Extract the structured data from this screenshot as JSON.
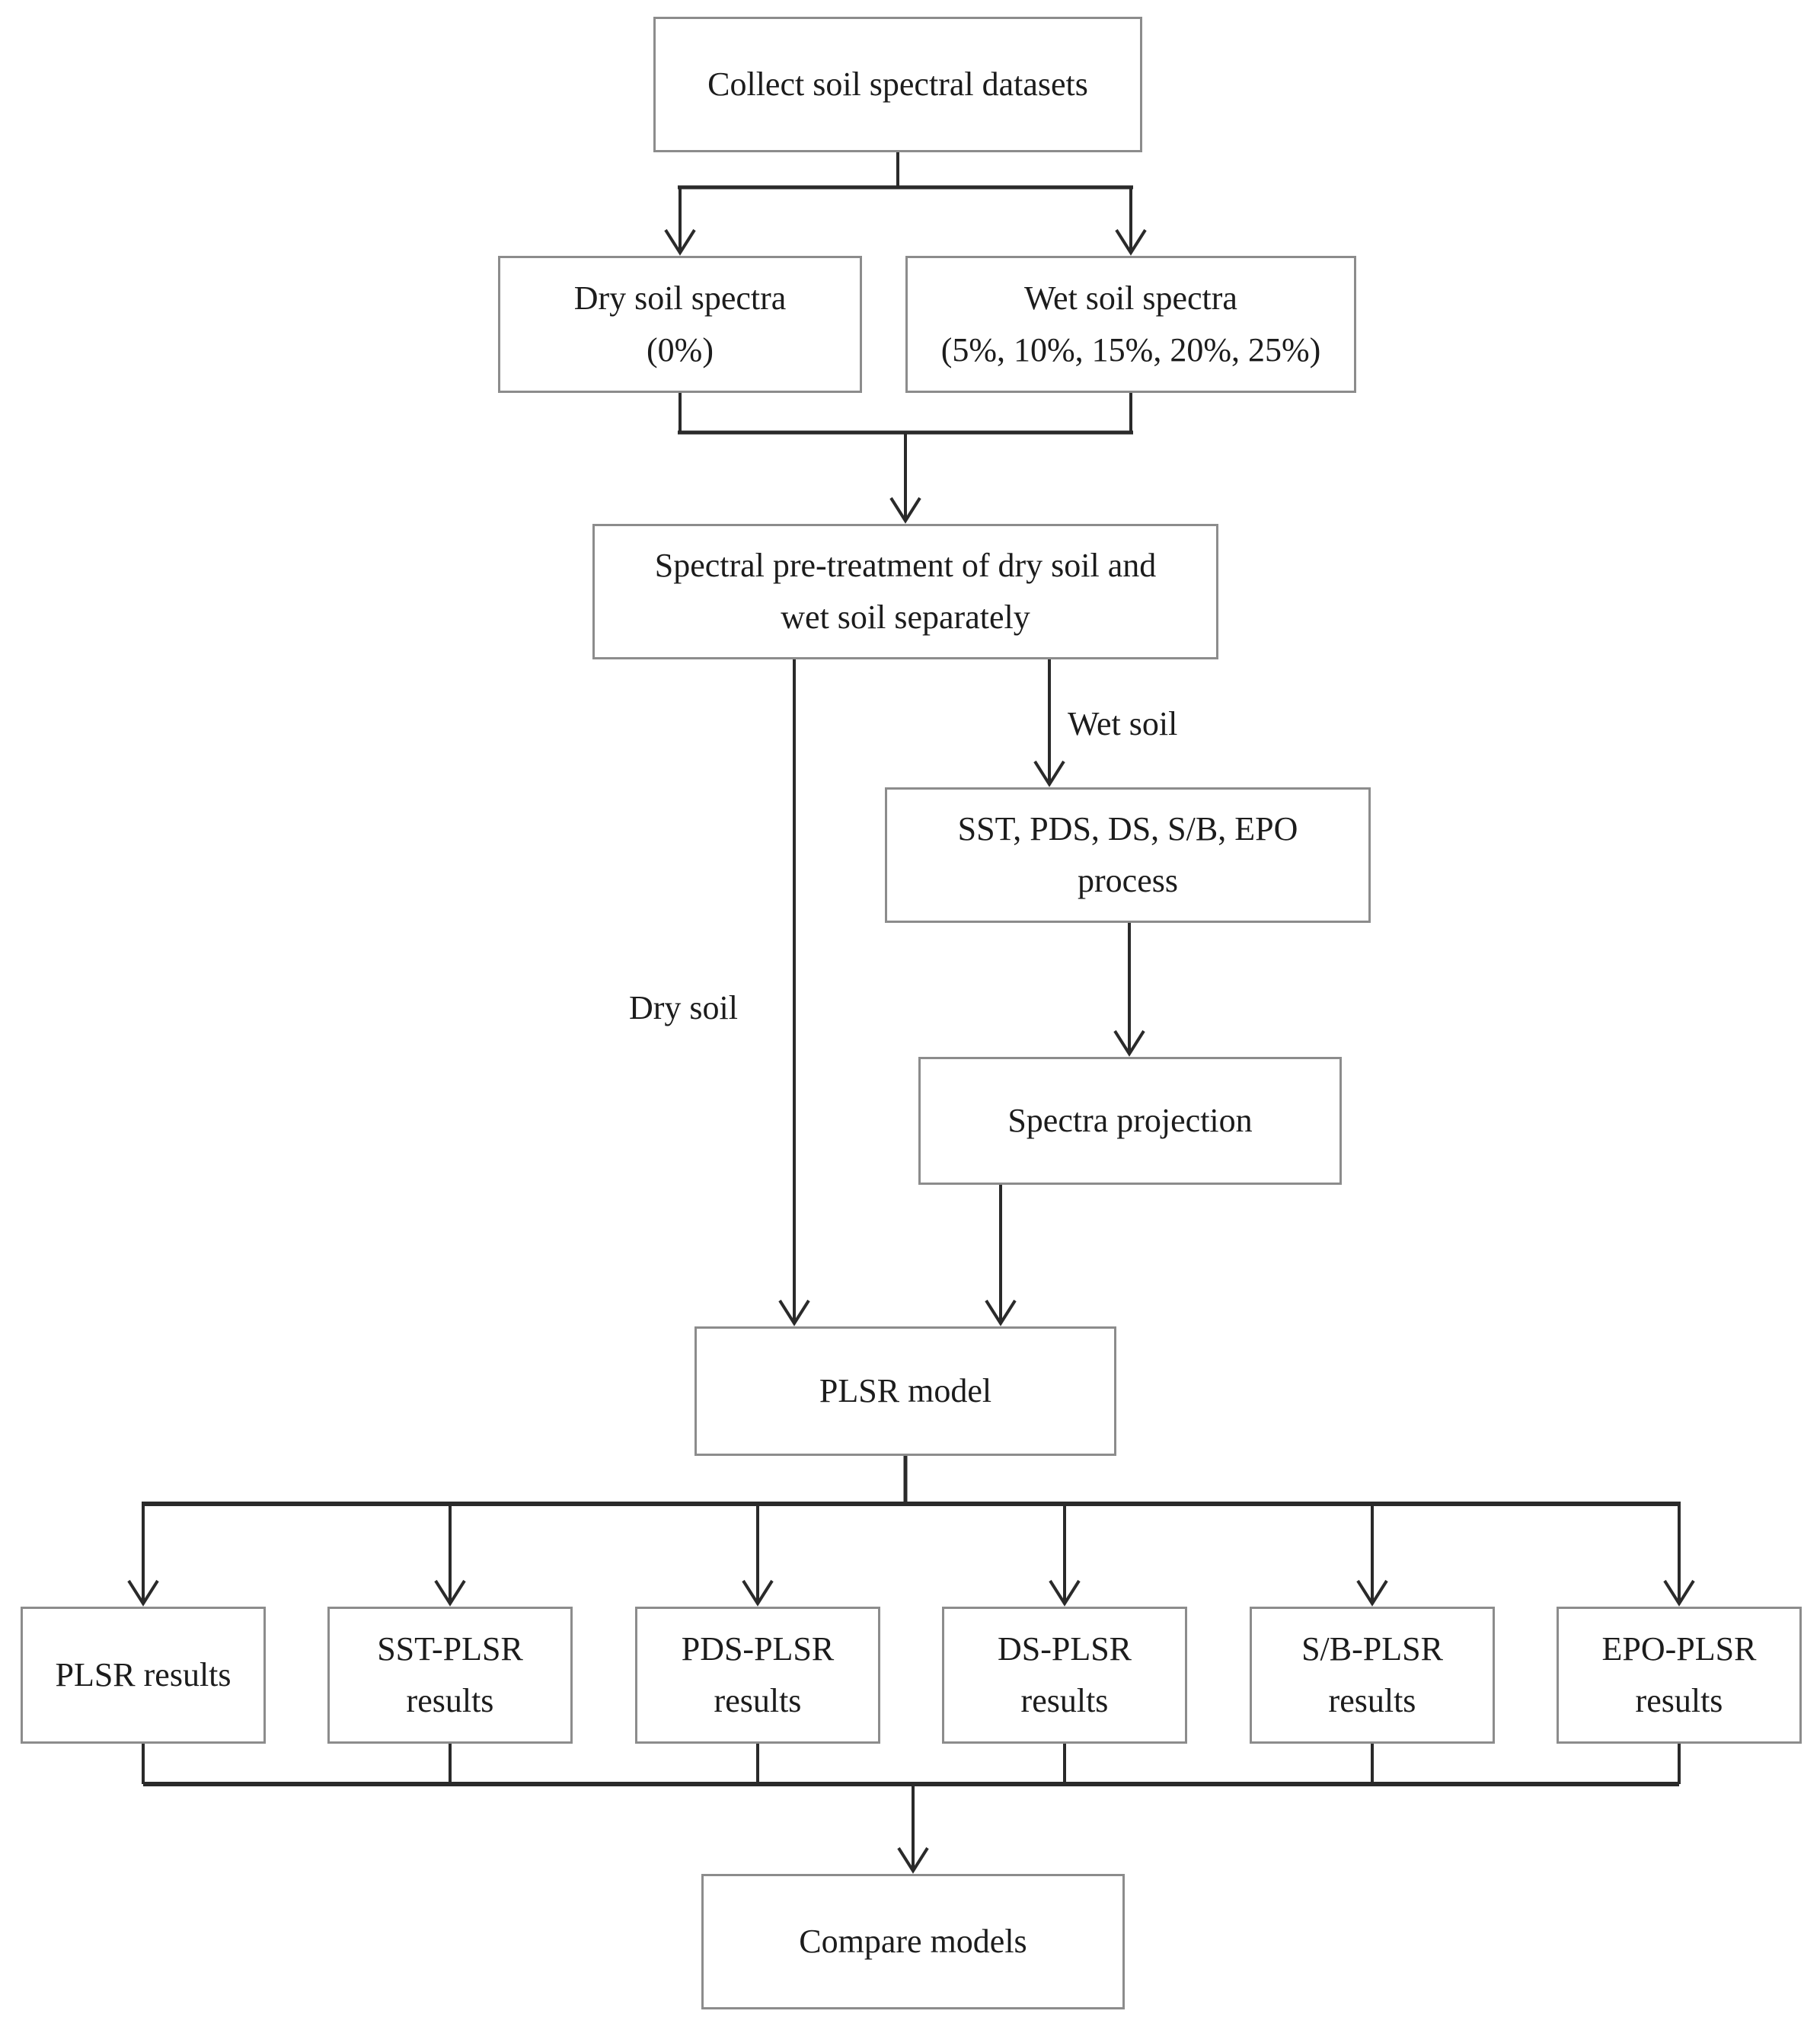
{
  "flowchart": {
    "nodes": {
      "collect": "Collect soil spectral datasets",
      "dry_soil_spectra": [
        "Dry soil spectra",
        "(0%)"
      ],
      "wet_soil_spectra": [
        "Wet soil spectra",
        "(5%, 10%, 15%, 20%, 25%)"
      ],
      "pretreatment": [
        "Spectral pre-treatment of dry soil and",
        "wet soil separately"
      ],
      "transfer_process": [
        "SST, PDS, DS, S/B, EPO",
        "process"
      ],
      "spectra_projection": "Spectra projection",
      "plsr_model": "PLSR model",
      "results_plsr": "PLSR results",
      "results_sst": [
        "SST-PLSR",
        "results"
      ],
      "results_pds": [
        "PDS-PLSR",
        "results"
      ],
      "results_ds": [
        "DS-PLSR",
        "results"
      ],
      "results_sb": [
        "S/B-PLSR",
        "results"
      ],
      "results_epo": [
        "EPO-PLSR",
        "results"
      ],
      "compare": "Compare models"
    },
    "edge_labels": {
      "wet": "Wet soil",
      "dry": "Dry soil"
    },
    "colors": {
      "background": "#ffffff",
      "box_border": "#8c8c8c",
      "connector_line": "#2a2a2a",
      "text": "#1c1c1c"
    }
  }
}
